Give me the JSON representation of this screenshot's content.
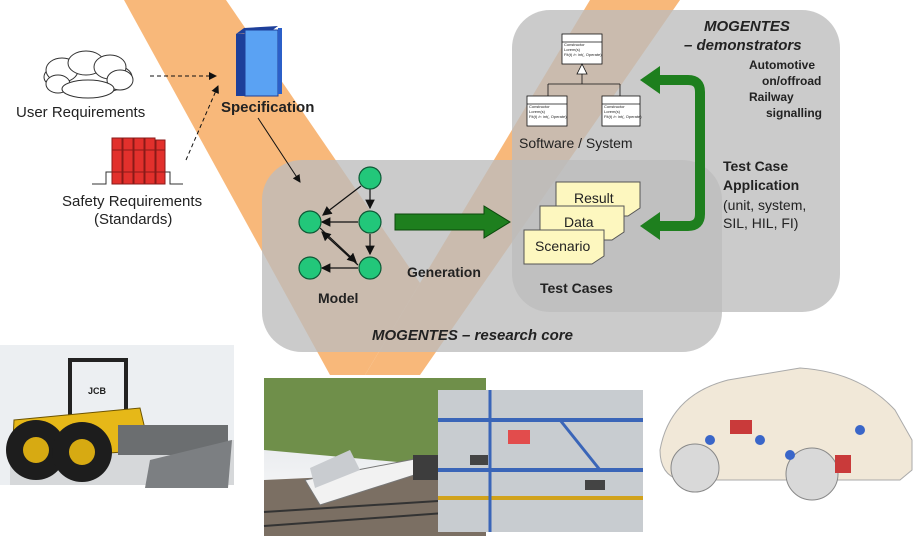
{
  "inputs": {
    "user_requirements": "User Requirements",
    "safety_requirements_line1": "Safety Requirements",
    "safety_requirements_line2": "(Standards)",
    "specification": "Specification"
  },
  "research_core": {
    "title": "MOGENTES – research core",
    "model_label": "Model",
    "generation_label": "Generation",
    "test_cases_label": "Test Cases",
    "test_case_cards": [
      "Result",
      "Data",
      "Scenario"
    ]
  },
  "demonstrators": {
    "title_line1": "MOGENTES",
    "title_line2": "– demonstrators",
    "domains": [
      "Automotive",
      "on/offroad",
      "Railway",
      "signalling"
    ],
    "software_system_label": "Software / System",
    "uml_class_text": [
      "Constructor",
      "Lorem(s)",
      "Fit(t) /r: int(, Operate)"
    ]
  },
  "application": {
    "title_line1": "Test Case",
    "title_line2": "Application",
    "detail_line1": "(unit, system,",
    "detail_line2": "SIL, HIL, FI)"
  },
  "photos": {
    "loader_badge": "JCB"
  },
  "colors": {
    "band_orange": "#f7b06c",
    "panel_gray": "#bdbdbd",
    "node_green": "#22c77a",
    "arrow_green": "#1e7f1e",
    "note_yellow": "#fdf7bf",
    "binder_blue": "#2f6fe0",
    "books_red": "#e2302c"
  }
}
